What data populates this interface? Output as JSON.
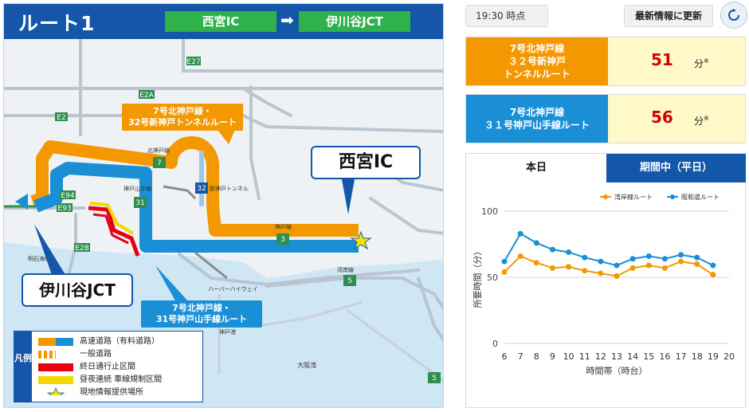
{
  "header": {
    "route_title": "ルート1",
    "from": "西宮IC",
    "to": "伊川谷JCT",
    "arrow": "➡"
  },
  "map": {
    "callout_orange": [
      "7号北神戸線・",
      "32号新神戸トンネルルート"
    ],
    "callout_blue": [
      "7号北神戸線・",
      "31号神戸山手線ルート"
    ],
    "label_nishinomiya": "西宮IC",
    "label_ikawadani": "伊川谷JCT",
    "road_labels": {
      "e27": "E27",
      "e2a": "E2A",
      "e2": "E2",
      "e94": "E94",
      "e93": "E93",
      "e28": "E28",
      "r7": "7",
      "r31": "31",
      "r32": "32",
      "r3": "3",
      "r5a": "5",
      "r5b": "5",
      "kitakobe": "北神戸線",
      "kobeyamate": "神戸山手線",
      "shinkobe_tunnel": "新神戸トンネル",
      "kobe_line": "神戸線",
      "wangan": "湾岸線",
      "osaka_bay": "大阪湾",
      "akashi": "明石海峡",
      "kobe_port": "神戸港",
      "harbor_highway": "ハーバーハイウェイ"
    },
    "legend": {
      "side": "凡例",
      "items": [
        "高速道路（有料道路）",
        "一般道路",
        "終日通行止区間",
        "昼夜連続 車線規制区間",
        "現地情報提供場所"
      ]
    }
  },
  "status": {
    "time": "19:30 時点",
    "refresh_label": "最新情報に更新"
  },
  "routes": [
    {
      "name": "7号北神戸線\n３２号新神戸\nトンネルルート",
      "minutes": "51",
      "unit": "分",
      "mark": "※"
    },
    {
      "name": "7号北神戸線\n３１号神戸山手線ルート",
      "minutes": "56",
      "unit": "分",
      "mark": "※"
    }
  ],
  "tabs": {
    "today": "本日",
    "period": "期間中（平日）"
  },
  "colors": {
    "brand_blue": "#1456a8",
    "expressway_orange": "#f39800",
    "expressway_blue": "#1b8fd6",
    "time_red": "#d40000",
    "time_bg": "#fff8c8",
    "series_1": "#f39800",
    "series_2": "#1b8fd6"
  },
  "chart_data": {
    "type": "line",
    "title": "",
    "xlabel": "時間帯（時台）",
    "ylabel": "所要時間（分）",
    "ylim": [
      0,
      100
    ],
    "yticks": [
      0,
      50,
      100
    ],
    "legend_position": "top-right",
    "grid": "horizontal",
    "x": [
      6,
      7,
      8,
      9,
      10,
      11,
      12,
      13,
      14,
      15,
      16,
      17,
      18,
      19,
      20
    ],
    "series": [
      {
        "name": "湾岸線ルート",
        "color": "#f39800",
        "values": [
          54,
          66,
          61,
          57,
          58,
          55,
          53,
          51,
          57,
          59,
          57,
          62,
          60,
          52
        ]
      },
      {
        "name": "阪和道ルート",
        "color": "#1b8fd6",
        "values": [
          62,
          83,
          76,
          71,
          69,
          65,
          62,
          59,
          64,
          66,
          64,
          67,
          65,
          59
        ]
      }
    ]
  }
}
